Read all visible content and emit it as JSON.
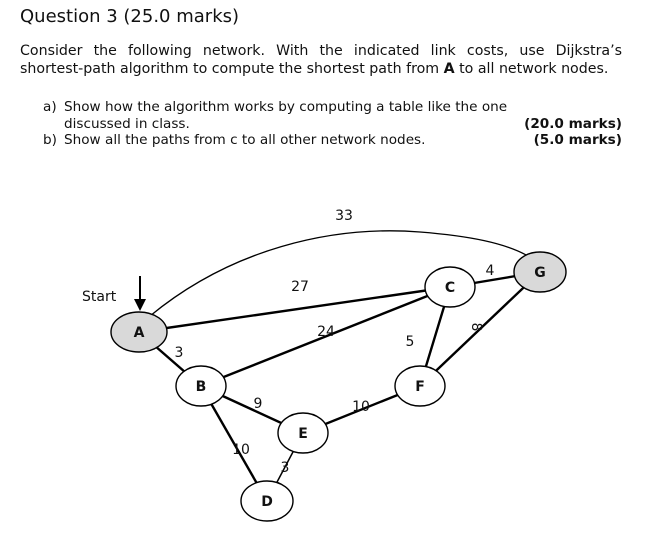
{
  "question": {
    "title": "Question 3 (25.0 marks)",
    "intro_pre": "Consider the following network. With the indicated link costs, use Dijkstra’s shortest-path algorithm to compute the shortest path from ",
    "intro_source": "A",
    "intro_post": " to all network nodes.",
    "parts": [
      {
        "prefix": "a)",
        "text": "Show how the algorithm works by computing a table like the one discussed in class.",
        "marks": "(20.0 marks)"
      },
      {
        "prefix": "b)",
        "text": "Show all the paths from c to all other network nodes.",
        "marks": "(5.0 marks)"
      }
    ]
  },
  "network": {
    "start_label": "Start",
    "nodes": [
      {
        "id": "A",
        "label": "A",
        "fill": "#d9d9d9"
      },
      {
        "id": "B",
        "label": "B",
        "fill": "#ffffff"
      },
      {
        "id": "C",
        "label": "C",
        "fill": "#ffffff"
      },
      {
        "id": "D",
        "label": "D",
        "fill": "#ffffff"
      },
      {
        "id": "E",
        "label": "E",
        "fill": "#ffffff"
      },
      {
        "id": "F",
        "label": "F",
        "fill": "#ffffff"
      },
      {
        "id": "G",
        "label": "G",
        "fill": "#d9d9d9"
      }
    ],
    "edges": [
      {
        "from": "A",
        "to": "G",
        "cost": "33"
      },
      {
        "from": "A",
        "to": "C",
        "cost": "27"
      },
      {
        "from": "A",
        "to": "B",
        "cost": "3"
      },
      {
        "from": "B",
        "to": "C",
        "cost": "24"
      },
      {
        "from": "B",
        "to": "E",
        "cost": "9"
      },
      {
        "from": "B",
        "to": "D",
        "cost": "10"
      },
      {
        "from": "D",
        "to": "E",
        "cost": "3"
      },
      {
        "from": "E",
        "to": "F",
        "cost": "10"
      },
      {
        "from": "F",
        "to": "C",
        "cost": "5"
      },
      {
        "from": "F",
        "to": "G",
        "cost": "8"
      },
      {
        "from": "C",
        "to": "G",
        "cost": "4"
      }
    ]
  }
}
